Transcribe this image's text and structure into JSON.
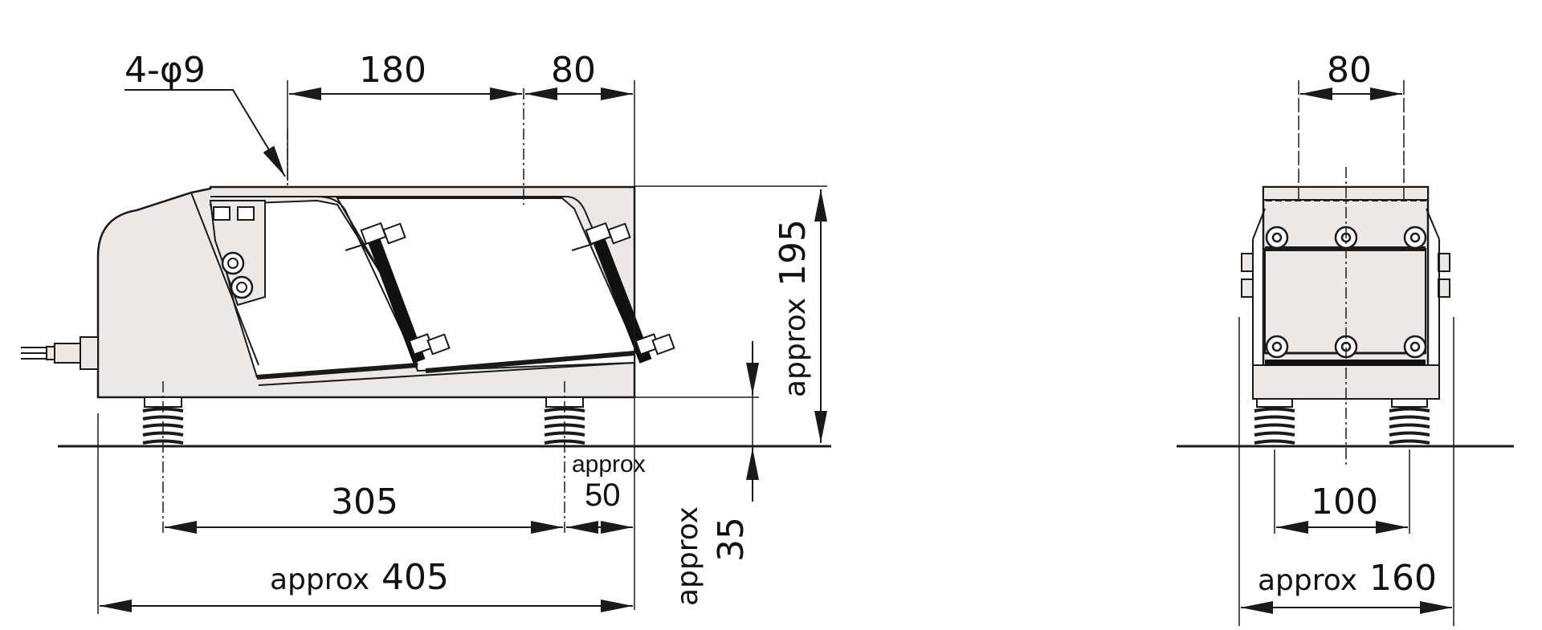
{
  "colors": {
    "stroke": "#1a1a1a",
    "body_fill": "#ece8e6",
    "panel_fill": "#ffffff",
    "bar_fill": "#111111"
  },
  "labels": {
    "holes": "4-φ9",
    "dim_180": "180",
    "dim_80_side": "80",
    "dim_approx": "approx",
    "dim_195": "195",
    "dim_305": "305",
    "dim_50": "50",
    "dim_35": "35",
    "dim_405": "405",
    "dim_80_front": "80",
    "dim_100": "100",
    "dim_160": "160"
  }
}
